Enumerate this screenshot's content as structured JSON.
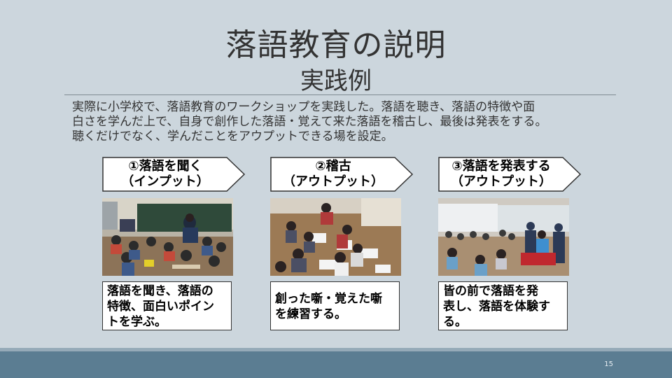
{
  "slide": {
    "title": "落語教育の説明",
    "subtitle": "実践例",
    "intro_lines": [
      "実際に小学校で、落語教育のワークショップを実践した。落語を聴き、落語の特徴や面",
      "白さを学んだ上で、自身で創作した落語・覚えて来た落語を稽古し、最後は発表をする。",
      "聴くだけでなく、学んだことをアウプットできる場を設定。"
    ],
    "steps": [
      {
        "line1": "①落語を聞く",
        "line2": "（インプット）",
        "caption": [
          "落語を聞き、落語の",
          "特徴、面白いポイン",
          "トを学ぶ。"
        ],
        "photo": "classroom-rakugo-listening-photo"
      },
      {
        "line1": "②稽古",
        "line2": "（アウトプット）",
        "caption": [
          "創った噺・覚えた噺",
          "を練習する。"
        ],
        "photo": "students-practicing-photo"
      },
      {
        "line1": "③落語を発表する",
        "line2": "（アウトプット）",
        "caption": [
          "皆の前で落語を発",
          "表し、落語を体験す",
          "る。"
        ],
        "photo": "student-performance-photo"
      }
    ],
    "page_number": "15"
  },
  "colors": {
    "background": "#ccd6dd",
    "footer": "#5b7d92",
    "text": "#333333"
  }
}
